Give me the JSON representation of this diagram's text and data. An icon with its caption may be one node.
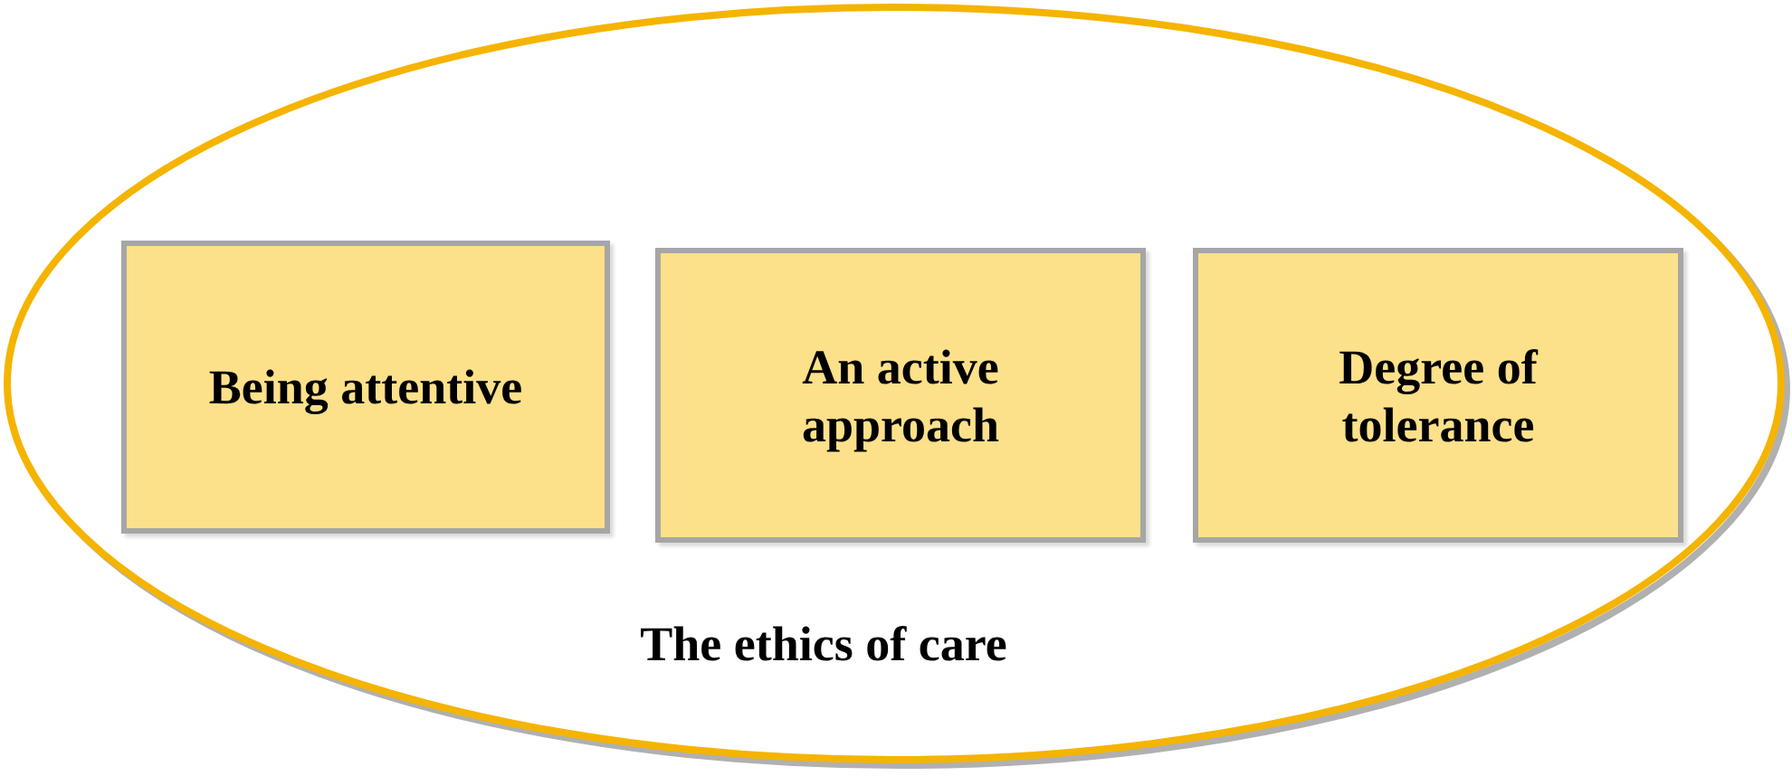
{
  "diagram": {
    "nodes": [
      {
        "text": [
          "The ethics of care"
        ]
      },
      {
        "text": [
          "Being attentive"
        ],
        "in": 0
      },
      {
        "text": [
          "An active approach"
        ],
        "in": 0
      },
      {
        "text": [
          "Degree of tolerance"
        ],
        "in": 0
      }
    ],
    "edges": []
  }
}
